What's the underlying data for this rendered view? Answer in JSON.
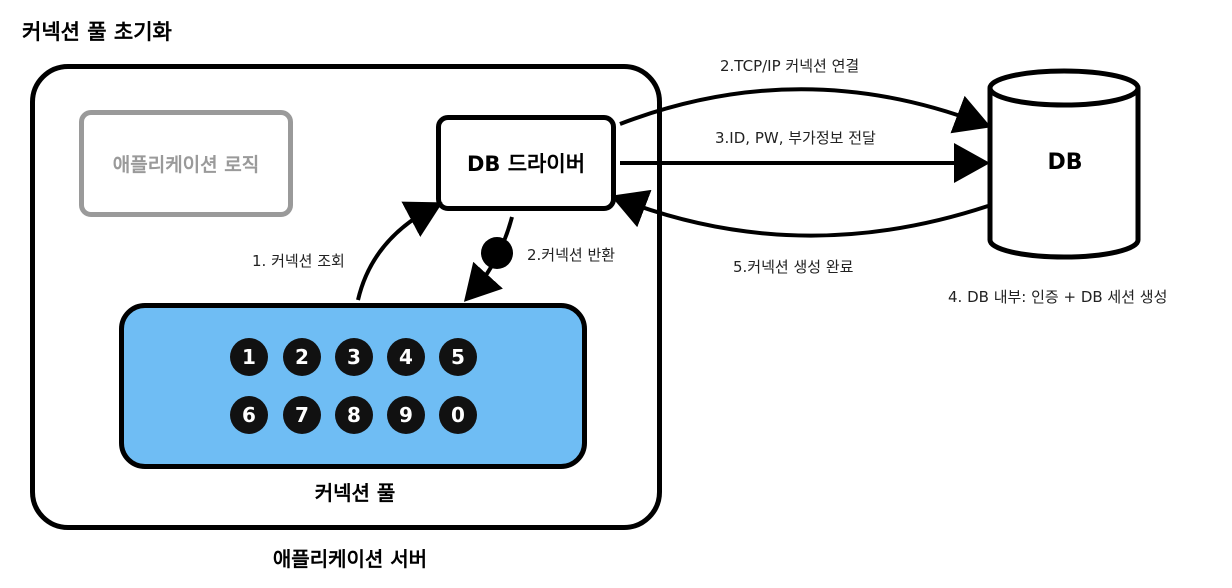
{
  "title": "커넥션 풀 초기화",
  "app_server": {
    "label": "애플리케이션 서버"
  },
  "app_logic": {
    "label": "애플리케이션 로직"
  },
  "db_driver": {
    "label": "DB 드라이버"
  },
  "connection_pool": {
    "label": "커넥션 풀",
    "connections": [
      "1",
      "2",
      "3",
      "4",
      "5",
      "6",
      "7",
      "8",
      "9",
      "0"
    ]
  },
  "db": {
    "label": "DB"
  },
  "steps": {
    "step1": "1. 커넥션 조회",
    "step2_return": "2.커넥션 반환",
    "step2_tcp": "2.TCP/IP 커넥션 연결",
    "step3": "3.ID, PW, 부가정보 전달",
    "step4": "4. DB 내부: 인증 + DB 세션 생성",
    "step5": "5.커넥션 생성 완료"
  }
}
